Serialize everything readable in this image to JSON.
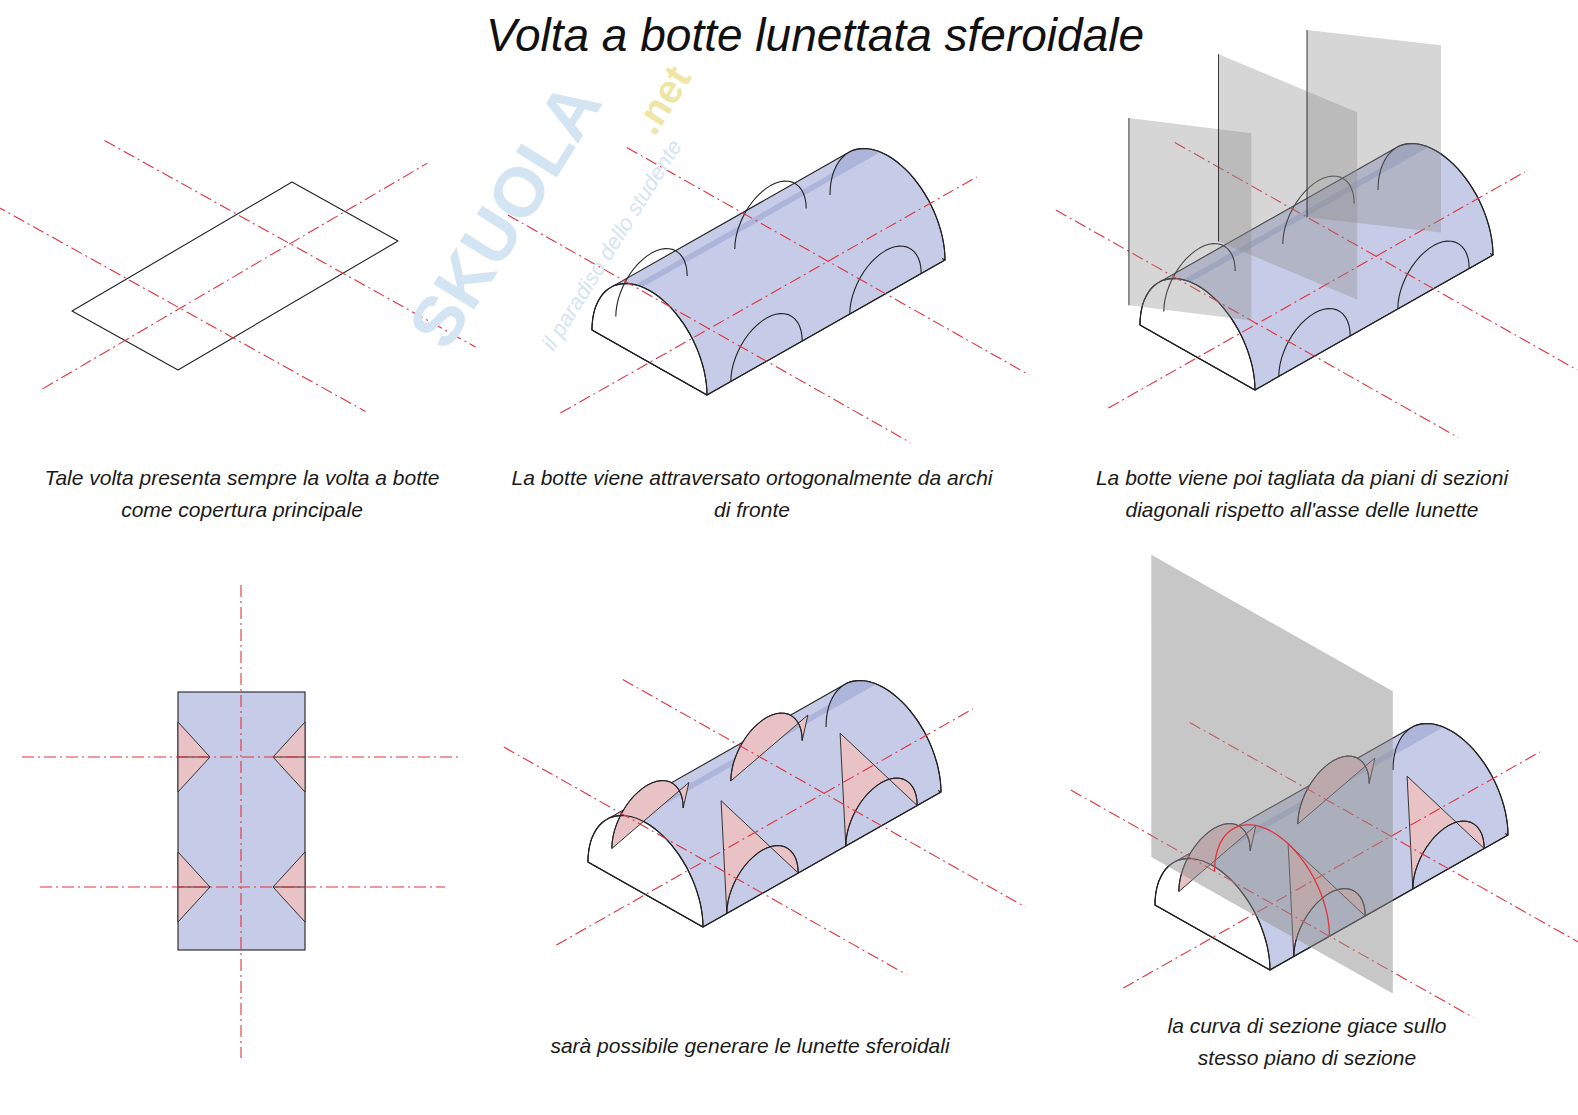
{
  "diagram": {
    "title": "Volta a botte lunettata sferoidale",
    "labels": [
      "SKUOLA",
      ".net",
      "il paradiso dello studente",
      "Tale volta presenta sempre la volta a botte come copertura principale",
      "La botte viene attraversato ortogonalmente da archi di fronte",
      "La botte viene poi tagliata da piani di sezioni diagonali rispetto all'asse delle lunette",
      "sarà possibile generare le lunette sferoidali",
      "la curva di sezione giace sullo stesso piano di sezione"
    ]
  }
}
